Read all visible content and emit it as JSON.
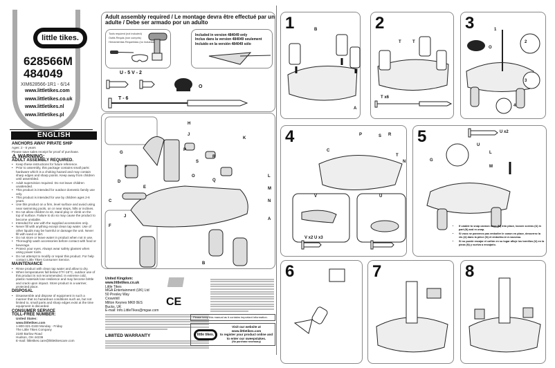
{
  "cover": {
    "logo": "little tikes.",
    "model_1": "628566M",
    "model_2": "484049",
    "doc_code": "XIM628566-1R1 - 6/14",
    "urls": [
      "www.littletikes.com",
      "www.littletikes.co.uk",
      "www.littletikes.nl",
      "www.littletikes.pl"
    ]
  },
  "english": {
    "language": "ENGLISH",
    "product": "ANCHORS AWAY PIRATE SHIP",
    "ages": "Ages: 2 - 6 years",
    "receipt": "Please save sales receipt for proof of purchase.",
    "warning": "⚠ WARNING:",
    "adult": "ADULT ASSEMBLY REQUIRED.",
    "warnings": [
      "Keep these instructions for future reference.",
      "Prior to assembly, this package contains small parts: hardware which is a choking hazard and may contain sharp edges and sharp points. Keep away from children until assembled.",
      "Adult supervision required. Do not leave children unattended.",
      "This product is intended for outdoor domestic family use only.",
      "This product is intended for use by children ages 2-6 years.",
      "Use this product on a firm, level surface and avoid using near swimming pools, on or near steps, hills or inclines.",
      "Do not allow children to sit, stand play or climb on the top of surface. Failure to do so may cause the product to become unstable.",
      "Intended for use with the supplied accessories only.",
      "Never fill with anything except clean tap water. Use of other liquids may be harmful or damage the unit. Never fill with sand or dirt.",
      "Do not store or leave water in product when not in use.",
      "Thoroughly wash accessories before contact with food or beverage.",
      "Protect your eyes. Always wear safety glasses when using power tools.",
      "Do not attempt to modify or repair this product. For help contact Little Tikes Consumer Service."
    ],
    "maintenance_title": "MAINTENANCE",
    "maintenance": [
      "Rinse product with clean tap water and allow to dry.",
      "When temperatures fall below 0°F/-18°C, outdoor use of this product is not recommended. In extreme cold, plastic materials lose resilience and may become brittle and crack upon impact. Store product in a warmer, protected place."
    ],
    "disposal_title": "DISPOSAL",
    "disposal": [
      "Disassemble and dispose of equipment in such a manner that no hazardous conditions such as, but not limited to, small parts and sharp edges exist at the time equipment is discarded."
    ],
    "consumer_title": "CONSUMER SERVICE",
    "tollfree": "TOLL-FREE NUMBER:",
    "us_title": "United States:",
    "us_url": "www.littletikes.com",
    "us_lines": [
      "1-800-321-0183  Monday - Friday",
      "The Little Tikes Company",
      "2180 Barlow Road",
      "Hudson, OH 44236",
      "E-mail: littletikes.care@littletikescare.com"
    ]
  },
  "assembly": {
    "title": "Adult assembly required / Le montage devra être effectué par un adulte / Debe ser armado por un adulto",
    "tools": [
      "Tools required (not included)",
      "Outils Requis (non compris)",
      "Herramientas Requeridas (no incluidas)"
    ],
    "included": [
      "Included in version 484049 only",
      "Inclus dans la version 484049 seulement",
      "Incluido en la versión 484049 sólo"
    ],
    "hardware": [
      "U - 5 V - 2",
      "O",
      "T - 6"
    ]
  },
  "parts_labels": [
    "H",
    "J",
    "K",
    "G",
    "P",
    "R",
    "F",
    "S",
    "L",
    "D",
    "O",
    "Q",
    "M",
    "E",
    "N",
    "C",
    "A",
    "J",
    "F",
    "B"
  ],
  "uk": {
    "title": "United Kingdom:",
    "url": "www.littletikes.co.uk",
    "lines": [
      "Little Tikes",
      "MGA Entertainment (UK) Ltd",
      "50 Presley Way",
      "Crownhill",
      "Milton Keynes MK8 0ES",
      "Bucks, UK",
      "E-mail: Info.LittleTikes@mgae.com"
    ],
    "ce": "CE"
  },
  "warranty_title": "LIMITED WARRANTY",
  "keep_manual": "Please keep this manual as it contains important information.",
  "website": {
    "logo": "little tikes.",
    "lines": [
      "Visit our website at",
      "www.littletikes.com",
      "to register your product online and",
      "to enter our sweepstakes.",
      "(No purchase necessary)"
    ]
  },
  "steps": {
    "s1": {
      "num": "1",
      "labels": [
        "B",
        "A"
      ]
    },
    "s2": {
      "num": "2",
      "labels": [
        "T",
        "T",
        "T x6"
      ]
    },
    "s3": {
      "num": "3",
      "labels": [
        "O",
        "1",
        "2",
        "3",
        "4"
      ]
    },
    "s4": {
      "num": "4",
      "labels": [
        "P",
        "S",
        "R",
        "C",
        "T",
        "N",
        "V",
        "U",
        "V x2 U x3"
      ]
    },
    "s5": {
      "num": "5",
      "labels": [
        "U x2",
        "U",
        "L",
        "G",
        "M"
      ],
      "notes": [
        "If unable to snap cannon base (M) into place, loosen screws (U) in part (N) and re-snap.",
        "Si vous ne parvenez pas emboîter le canon en place, desserrez la vis (U) dans la pièce (N) et emboîtez-le à nouveau.",
        "Si no puede encajar el cañón en su lugar afloje los tornillos (U) en la pieza (N) y vuelva a encajarlo."
      ]
    },
    "s6": {
      "num": "6"
    },
    "s7": {
      "num": "7"
    },
    "s8": {
      "num": "8"
    }
  }
}
